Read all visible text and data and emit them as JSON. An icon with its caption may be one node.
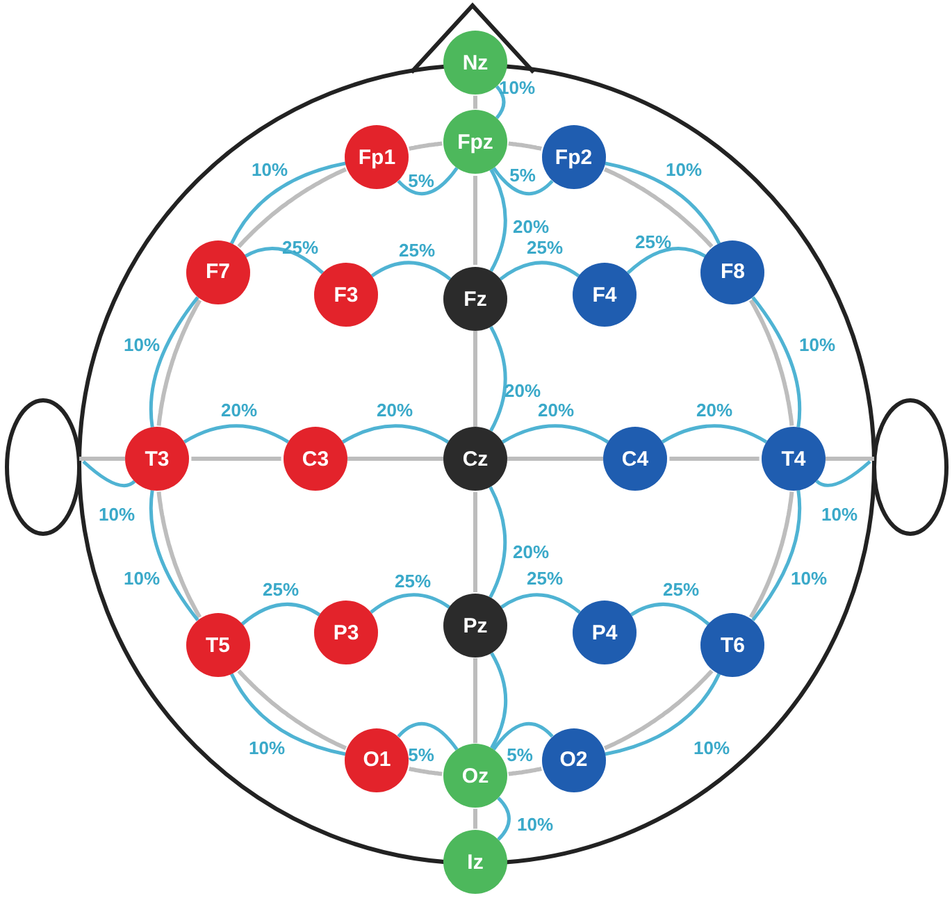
{
  "diagram": {
    "nodes": [
      {
        "text": [
          "Nz"
        ]
      },
      {
        "text": [
          "Fpz"
        ]
      },
      {
        "text": [
          "Fp1"
        ]
      },
      {
        "text": [
          "Fp2"
        ]
      },
      {
        "text": [
          "F7"
        ]
      },
      {
        "text": [
          "F3"
        ]
      },
      {
        "text": [
          "Fz"
        ]
      },
      {
        "text": [
          "F4"
        ]
      },
      {
        "text": [
          "F8"
        ]
      },
      {
        "text": [
          "T3"
        ]
      },
      {
        "text": [
          "C3"
        ]
      },
      {
        "text": [
          "Cz"
        ]
      },
      {
        "text": [
          "C4"
        ]
      },
      {
        "text": [
          "T4"
        ]
      },
      {
        "text": [
          "T5"
        ]
      },
      {
        "text": [
          "P3"
        ]
      },
      {
        "text": [
          "Pz"
        ]
      },
      {
        "text": [
          "P4"
        ]
      },
      {
        "text": [
          "T6"
        ]
      },
      {
        "text": [
          "O1"
        ]
      },
      {
        "text": [
          "Oz"
        ]
      },
      {
        "text": [
          "O2"
        ]
      },
      {
        "text": [
          "Iz"
        ]
      }
    ],
    "edges": [
      {
        "from": 0,
        "to": 1,
        "arrow": "none"
      },
      {
        "from": 1,
        "to": 6,
        "arrow": "none"
      },
      {
        "from": 6,
        "to": 11,
        "arrow": "none"
      },
      {
        "from": 11,
        "to": 16,
        "arrow": "none"
      },
      {
        "from": 16,
        "to": 20,
        "arrow": "none"
      },
      {
        "from": 20,
        "to": 22,
        "arrow": "none"
      },
      {
        "from": 9,
        "to": 10,
        "arrow": "none"
      },
      {
        "from": 10,
        "to": 11,
        "arrow": "none"
      },
      {
        "from": 11,
        "to": 12,
        "arrow": "none"
      },
      {
        "from": 12,
        "to": 13,
        "arrow": "none"
      },
      {
        "from": 1,
        "to": 3,
        "arrow": "none"
      },
      {
        "from": 3,
        "to": 8,
        "arrow": "none"
      },
      {
        "from": 8,
        "to": 13,
        "arrow": "none"
      },
      {
        "from": 13,
        "to": 18,
        "arrow": "none"
      },
      {
        "from": 18,
        "to": 21,
        "arrow": "none"
      },
      {
        "from": 21,
        "to": 20,
        "arrow": "none"
      },
      {
        "from": 20,
        "to": 19,
        "arrow": "none"
      },
      {
        "from": 19,
        "to": 14,
        "arrow": "none"
      },
      {
        "from": 14,
        "to": 9,
        "arrow": "none"
      },
      {
        "from": 9,
        "to": 4,
        "arrow": "none"
      },
      {
        "from": 4,
        "to": 2,
        "arrow": "none"
      },
      {
        "from": 2,
        "to": 1,
        "arrow": "none"
      }
    ],
    "labels": [
      "10%",
      "10%",
      "5%",
      "5%",
      "10%",
      "20%",
      "25%",
      "25%",
      "25%",
      "25%",
      "10%",
      "10%",
      "20%",
      "20%",
      "20%",
      "20%",
      "20%",
      "10%",
      "10%",
      "20%",
      "10%",
      "10%",
      "25%",
      "25%",
      "25%",
      "25%",
      "10%",
      "5%",
      "5%",
      "10%",
      "10%"
    ]
  }
}
